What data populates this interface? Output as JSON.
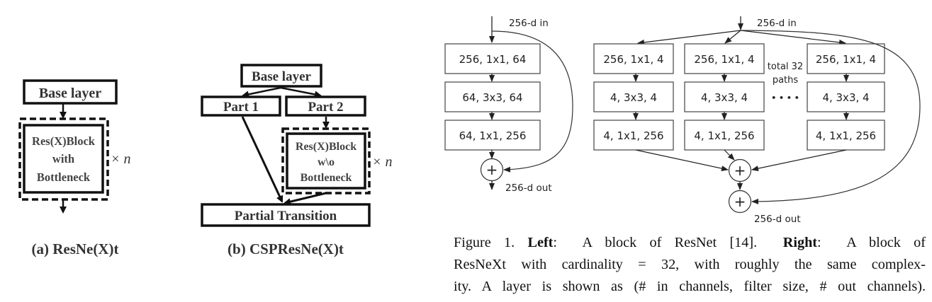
{
  "panel_a": {
    "base_label": "Base layer",
    "block_lines": [
      "Res(X)Block",
      "with",
      "Bottleneck"
    ],
    "repeat_label": "× n",
    "caption": "(a) ResNe(X)t"
  },
  "panel_b": {
    "base_label": "Base layer",
    "part1_label": "Part 1",
    "part2_label": "Part 2",
    "block_lines": [
      "Res(X)Block",
      "w\\o",
      "Bottleneck"
    ],
    "repeat_label": "× n",
    "transition_label": "Partial Transition",
    "caption": "(b) CSPResNe(X)t"
  },
  "resnet": {
    "input_label": "256-d in",
    "output_label": "256-d out",
    "layers": [
      "256, 1x1, 64",
      "64, 3x3, 64",
      "64, 1x1, 256"
    ],
    "sum_symbol": "+"
  },
  "resnext": {
    "input_label": "256-d in",
    "output_label": "256-d out",
    "paths_note_line1": "total 32",
    "paths_note_line2": "paths",
    "ellipsis": "• • • •",
    "sum_symbol": "+",
    "paths": [
      [
        "256, 1x1, 4",
        "4, 3x3, 4",
        "4, 1x1, 256"
      ],
      [
        "256, 1x1, 4",
        "4, 3x3, 4",
        "4, 1x1, 256"
      ],
      [
        "256, 1x1, 4",
        "4, 3x3, 4",
        "4, 1x1, 256"
      ]
    ]
  },
  "figure_caption": {
    "prefix": "Figure 1. ",
    "left_label": "Left",
    "left_text": ":  A block of ResNet [14].  ",
    "right_label": "Right",
    "right_text_line1": ":  A block of",
    "line2": "ResNeXt with cardinality = 32, with roughly the same complex-",
    "line3": "ity. A layer is shown as (# in channels, filter size, # out channels)."
  }
}
